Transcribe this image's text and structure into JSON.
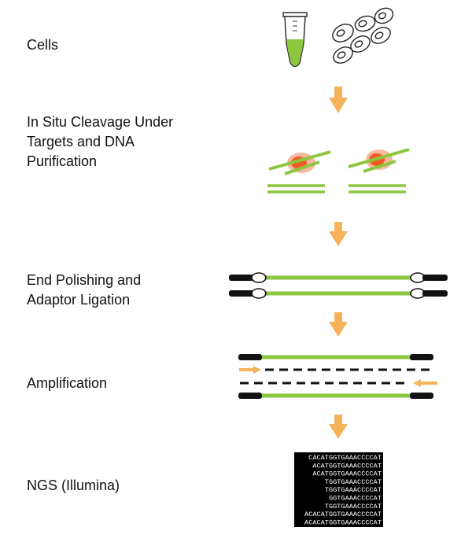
{
  "steps": [
    {
      "lines": [
        "Cells"
      ]
    },
    {
      "lines": [
        "In Situ Cleavage Under",
        "Targets and DNA",
        "Purification"
      ]
    },
    {
      "lines": [
        "End Polishing and",
        "Adaptor Ligation"
      ]
    },
    {
      "lines": [
        "Amplification"
      ]
    },
    {
      "lines": [
        "NGS (Illumina)"
      ]
    }
  ],
  "sequencing_reads": [
    "CACATGGTGAAACCCCAT",
    "ACATGGTGAAACCCCAT",
    "ACATGGTGAAACCCCAT",
    "TGGTGAAACCCCAT",
    "TGGTGAAACCCCAT",
    "GGTGAAACCCCAT",
    "TGGTGAAACCCCAT",
    "ACACATGGTGAAACCCCAT",
    "ACACATGGTGAAACCCCAT"
  ],
  "colors": {
    "arrow": "#F6B25B",
    "dna": "#8DC63F",
    "adaptor": "#111111",
    "nucleosome": "#F15A24",
    "nucleosome_halo": "#F9B8A0",
    "label_text": "#111111"
  }
}
